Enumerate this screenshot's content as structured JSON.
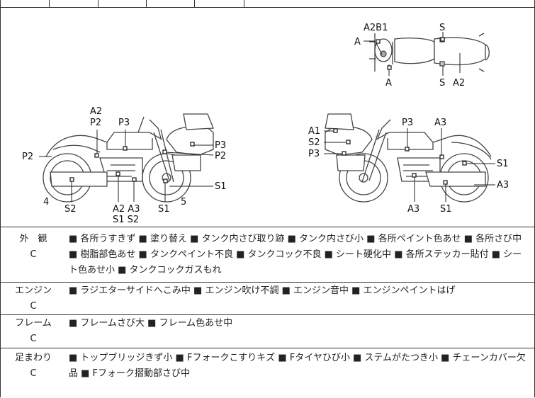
{
  "diagram_labels": {
    "top_view": {
      "a2b1": "A2B1",
      "s_top": "S",
      "a_left": "A",
      "a_bottom": "A",
      "s_bottom": "S",
      "a2": "A2"
    },
    "left_view": {
      "a2": "A2",
      "p2_top": "P2",
      "p3": "P3",
      "p3_right": "P3",
      "p2_right": "P2",
      "p2_left": "P2",
      "s1_right": "S1",
      "n4": "4",
      "s2": "S2",
      "a2a3": "A2 A3",
      "s1s2": "S1 S2",
      "s1": "S1",
      "n5": "5"
    },
    "right_view": {
      "a1": "A1",
      "s2": "S2",
      "p3_left": "P3",
      "p3": "P3",
      "a3_top": "A3",
      "s1_right": "S1",
      "a3_right": "A3",
      "a3_bottom": "A3",
      "s1_bottom": "S1"
    }
  },
  "rows": [
    {
      "category": "外　観",
      "grade": "C",
      "text": "■ 各所うすきず ■ 塗り替え ■ タンク内さび取り跡 ■ タンク内さび小 ■ 各所ペイント色あせ ■ 各所さび中 ■ 樹脂部色あせ ■ タンクペイント不良 ■ タンクコック不良 ■ シート硬化中 ■ 各所ステッカー貼付 ■ シート色あせ小 ■ タンクコックガスもれ"
    },
    {
      "category": "エンジン",
      "grade": "C",
      "text": "■ ラジエターサイドへこみ中 ■ エンジン吹け不調 ■ エンジン音中 ■ エンジンペイントはげ"
    },
    {
      "category": "フレーム",
      "grade": "C",
      "text": "■ フレームさび大 ■ フレーム色あせ中"
    },
    {
      "category": "足まわり",
      "grade": "C",
      "text": "■ トップブリッジきず小 ■ Fフォークこすりキズ ■ Fタイヤひび小 ■ ステムがたつき小 ■ チェーンカバー欠品 ■ Fフォーク摺動部さび中"
    }
  ]
}
